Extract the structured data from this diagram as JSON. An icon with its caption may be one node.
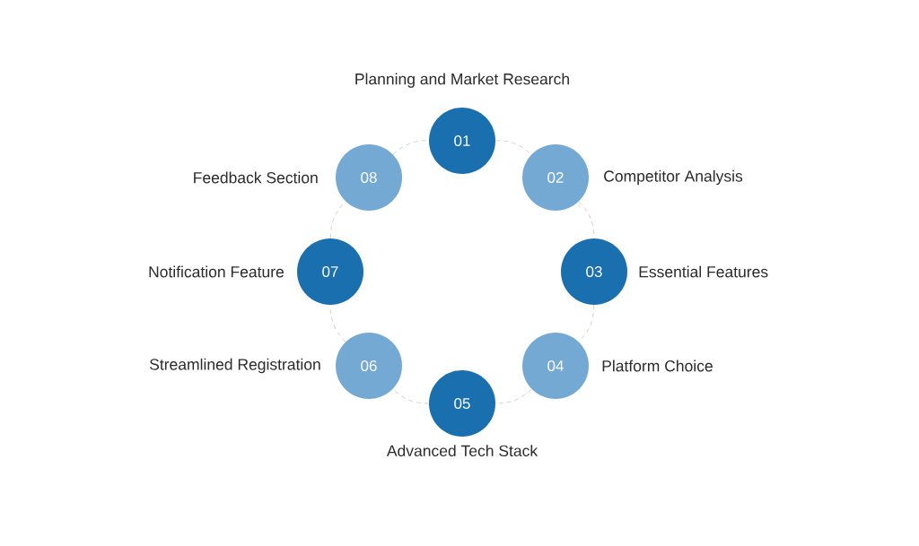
{
  "diagram": {
    "nodes": [
      {
        "text": [
          "01"
        ],
        "beside": [
          "Planning and Market Research"
        ]
      },
      {
        "text": [
          "02"
        ],
        "beside": [
          "Competitor Analysis"
        ]
      },
      {
        "text": [
          "03"
        ],
        "beside": [
          "Essential Features"
        ]
      },
      {
        "text": [
          "04"
        ],
        "beside": [
          "Platform Choice"
        ]
      },
      {
        "text": [
          "05"
        ],
        "beside": [
          "Advanced Tech Stack"
        ]
      },
      {
        "text": [
          "06"
        ],
        "beside": [
          "Streamlined Registration"
        ]
      },
      {
        "text": [
          "07"
        ],
        "beside": [
          "Notification Feature"
        ]
      },
      {
        "text": [
          "08"
        ],
        "beside": [
          "Feedback Section"
        ]
      }
    ],
    "edges": [
      {
        "from": 0,
        "to": 1,
        "arrow": "none",
        "style": "dashed"
      },
      {
        "from": 1,
        "to": 2,
        "arrow": "none",
        "style": "dashed"
      },
      {
        "from": 2,
        "to": 3,
        "arrow": "none",
        "style": "dashed"
      },
      {
        "from": 3,
        "to": 4,
        "arrow": "none",
        "style": "dashed"
      },
      {
        "from": 4,
        "to": 5,
        "arrow": "none",
        "style": "dashed"
      },
      {
        "from": 5,
        "to": 6,
        "arrow": "none",
        "style": "dashed"
      },
      {
        "from": 6,
        "to": 7,
        "arrow": "none",
        "style": "dashed"
      },
      {
        "from": 7,
        "to": 0,
        "arrow": "none",
        "style": "dashed"
      }
    ]
  }
}
